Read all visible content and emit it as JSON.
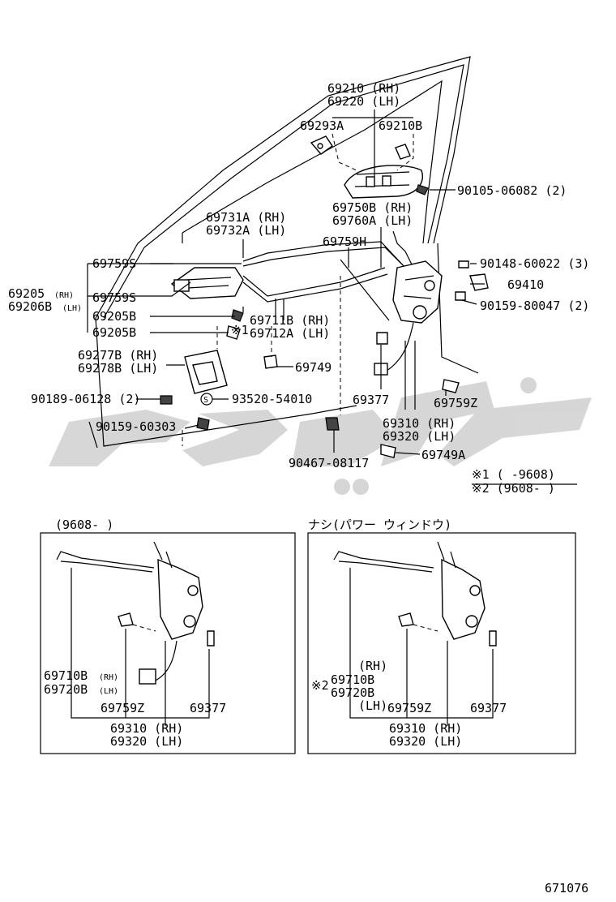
{
  "watermark": "cipic-like brand mark",
  "labels": {
    "p69210": "69210 (RH)",
    "p69220": "69220 (LH)",
    "p69293A": "69293A",
    "p69210B": "69210B",
    "p9010506082": "90105-06082 (2)",
    "p69750B": "69750B (RH)",
    "p69760A": "69760A (LH)",
    "p69731A": "69731A (RH)",
    "p69732A": "69732A (LH)",
    "p69759H": "69759H",
    "p9014860022": "90148-60022 (3)",
    "p69410": "69410",
    "p9015980047": "90159-80047 (2)",
    "p69759S_a": "69759S",
    "p69205_rh": "69205",
    "p69205_rh_sfx": "(RH)",
    "p69206B_lh": "69206B",
    "p69206B_lh_sfx": "(LH)",
    "p69759S_b": "69759S",
    "p69205B_a": "69205B",
    "p69205B_b": "69205B",
    "p69711B": "69711B (RH)",
    "p69712A": "69712A (LH)",
    "note1_mark": "※1",
    "p69277B": "69277B (RH)",
    "p69278B": "69278B (LH)",
    "p69749": "69749",
    "p9018906128": "90189-06128 (2)",
    "s_mark": "S",
    "p9352054010": "93520-54010",
    "p69377_main": "69377",
    "p69759Z_main": "69759Z",
    "p9015960303": "90159-60303",
    "p69310_main": "69310 (RH)",
    "p69320_main": "69320 (LH)",
    "p9046708117": "90467-08117",
    "p69749A": "69749A",
    "legend1": "※1  (     -9608)",
    "legend2": "※2  (9608-      )",
    "inset_left_title": "(9608-     )",
    "inset_right_title": "ナシ(パワー ウィンドウ)",
    "li_69710B": "69710B",
    "li_69710B_sfx": "(RH)",
    "li_69720B": "69720B",
    "li_69720B_sfx": "(LH)",
    "li_69759Z": "69759Z",
    "li_69377": "69377",
    "li_69310": "69310 (RH)",
    "li_69320": "69320 (LH)",
    "ri_rh": "(RH)",
    "ri_note2": "※2",
    "ri_69710B": "69710B",
    "ri_69720B": "69720B",
    "ri_lh": "(LH)",
    "ri_69759Z": "69759Z",
    "ri_69377": "69377",
    "ri_69310": "69310 (RH)",
    "ri_69320": "69320 (LH)",
    "figure_number": "671076"
  }
}
